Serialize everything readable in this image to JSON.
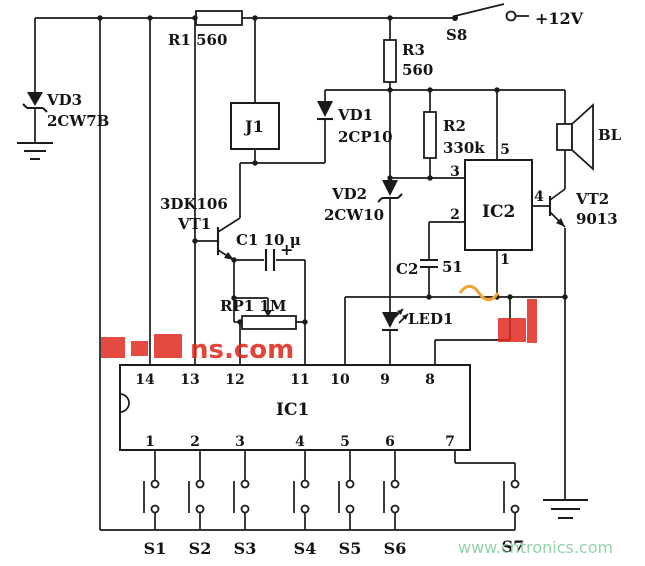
{
  "colors": {
    "wire": "#1b1b1b",
    "watermark_red": "#e02a1e",
    "watermark_green": "#93d3a5",
    "watermark_orange": "#f2a232"
  },
  "power": {
    "switch_label": "S8",
    "voltage_label": "+12V"
  },
  "components": {
    "r1_label": "R1 560",
    "r2_ref": "R2",
    "r2_value": "330k",
    "r3_ref": "R3",
    "r3_value": "560",
    "vd1_ref": "VD1",
    "vd1_model": "2CP10",
    "vd2_ref": "VD2",
    "vd2_model": "2CW10",
    "vd3_ref": "VD3",
    "vd3_model": "2CW7B",
    "vt1_model": "3DK106",
    "vt1_ref": "VT1",
    "vt2_ref": "VT2",
    "vt2_model": "9013",
    "c1_label": "C1 10 μ",
    "c1_polarity": "+",
    "c2_ref": "C2",
    "c2_value": "51",
    "rp1_label": "RP1 1M",
    "relay_label": "J1",
    "ic1_label": "IC1",
    "ic2_label": "IC2",
    "led_label": "LED1",
    "speaker_label": "BL"
  },
  "ic1_pins_top": [
    "14",
    "13",
    "12",
    "11",
    "10",
    "9",
    "8"
  ],
  "ic1_pins_bottom": [
    "1",
    "2",
    "3",
    "4",
    "5",
    "6",
    "7"
  ],
  "ic2_pins": {
    "p1": "1",
    "p2": "2",
    "p3": "3",
    "p4": "4",
    "p5": "5"
  },
  "switches": [
    "S1",
    "S2",
    "S3",
    "S4",
    "S5",
    "S6",
    "S7"
  ],
  "watermarks": {
    "red_text": "ns.com",
    "green_text": "www.cntronics.com"
  }
}
